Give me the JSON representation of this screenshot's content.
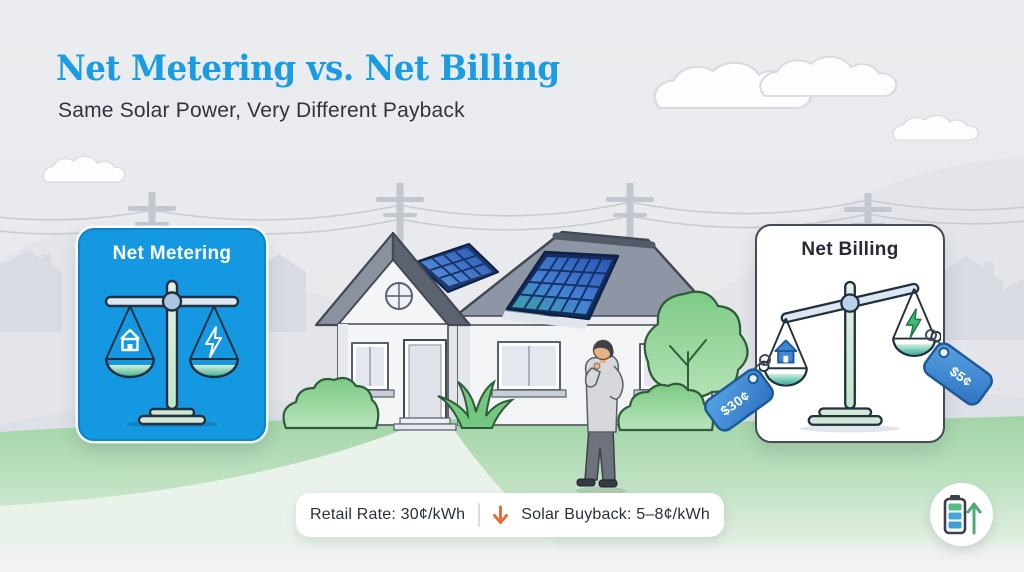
{
  "header": {
    "title": "Net Metering vs. Net Billing",
    "subtitle": "Same Solar Power, Very Different Payback"
  },
  "cards": {
    "net_metering": {
      "title": "Net Metering"
    },
    "net_billing": {
      "title": "Net Billing",
      "retail_tag": "$30¢",
      "buyback_tag": "$5¢"
    }
  },
  "rate_bar": {
    "retail": "Retail Rate: 30¢/kWh",
    "buyback": "Solar Buyback: 5–8¢/kWh"
  },
  "icons": {
    "balanced_scale": "balanced scale with house and lightning",
    "tilted_scale": "tilted scale with house and lightning",
    "price_tag": "price tag",
    "down_arrow": "orange down arrow",
    "battery_up": "battery with up arrow"
  },
  "colors": {
    "title_blue": "#1a9ce3",
    "card_blue": "#1598e2",
    "tag_blue": "#3f86d6",
    "bolt_green": "#43b873",
    "arrow_orange": "#e0703c",
    "grass_green": "#a6d7a9"
  }
}
